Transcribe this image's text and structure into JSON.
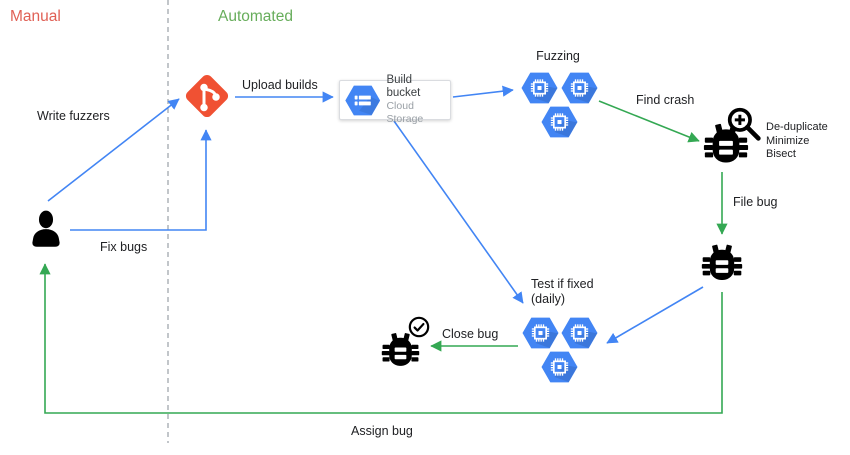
{
  "header": {
    "manual": "Manual",
    "automated": "Automated"
  },
  "nodes": {
    "developer": {
      "write_label": "Write fuzzers",
      "fix_label": "Fix bugs"
    },
    "git": {
      "upload_label": "Upload builds"
    },
    "build_bucket": {
      "title": "Build bucket",
      "subtitle": "Cloud Storage"
    },
    "fuzzing": {
      "label": "Fuzzing"
    },
    "find_crash": {
      "label": "Find crash"
    },
    "triage": {
      "lines": [
        "De-duplicate",
        "Minimize",
        "Bisect"
      ]
    },
    "file_bug": {
      "label": "File bug"
    },
    "test_if_fixed": {
      "line1": "Test if fixed",
      "line2": "(daily)"
    },
    "close_bug": {
      "label": "Close bug"
    },
    "assign_bug": {
      "label": "Assign bug"
    }
  },
  "colors": {
    "manual_label": "#e06055",
    "automated_label": "#67ad5b",
    "arrow_blue": "#4285f4",
    "arrow_green": "#34a853",
    "hexagon_blue": "#4285f4",
    "git_orange": "#f05133",
    "separator_gray": "#9aa0a6"
  }
}
